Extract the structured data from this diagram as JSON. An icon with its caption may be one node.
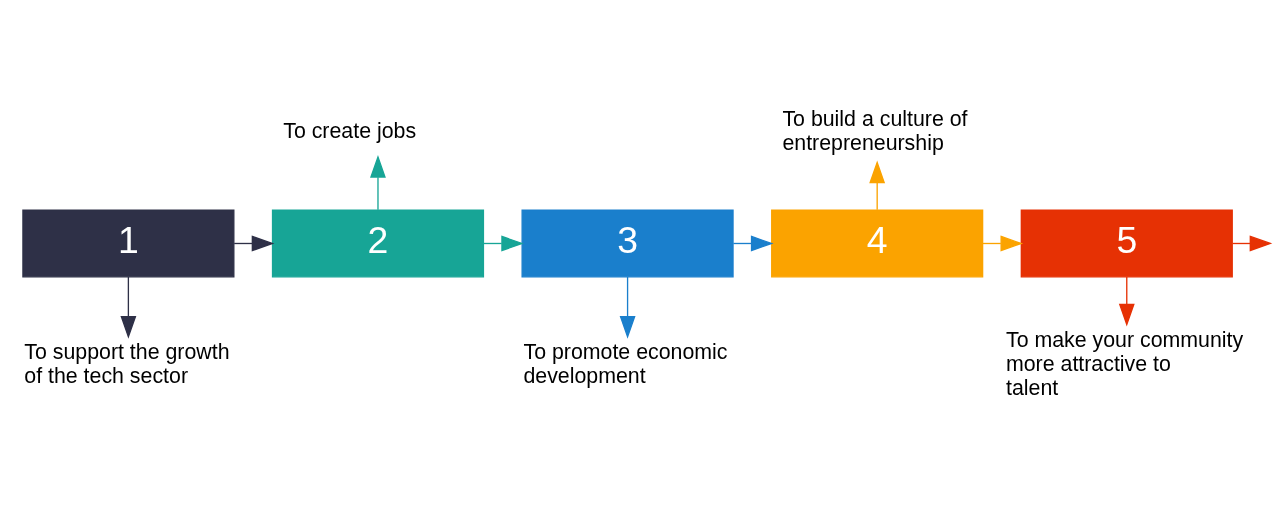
{
  "diagram": {
    "nodes": [
      {
        "text": [
          "1"
        ]
      },
      {
        "text": [
          "2"
        ]
      },
      {
        "text": [
          "3"
        ]
      },
      {
        "text": [
          "4"
        ]
      },
      {
        "text": [
          "5"
        ]
      },
      {
        "text": [
          "To support the growth of the tech sector"
        ]
      },
      {
        "text": [
          "To create jobs"
        ]
      },
      {
        "text": [
          "To promote economic development"
        ]
      },
      {
        "text": [
          "To build a culture of entrepreneurship"
        ]
      },
      {
        "text": [
          "To make your community more attractive to talent"
        ]
      }
    ],
    "edges": [
      {
        "from": 0,
        "to": 1,
        "arrow": "to",
        "color": "#2e3047"
      },
      {
        "from": 1,
        "to": 2,
        "arrow": "to",
        "color": "#17a596"
      },
      {
        "from": 2,
        "to": 3,
        "arrow": "to",
        "color": "#1a7fcc"
      },
      {
        "from": 3,
        "to": 4,
        "arrow": "to",
        "color": "#fba300"
      },
      {
        "from": 4,
        "to": null,
        "arrow": "to",
        "color": "#e63104"
      },
      {
        "from": 0,
        "to": 5,
        "arrow": "to",
        "color": "#2e3047"
      },
      {
        "from": 1,
        "to": 6,
        "arrow": "to",
        "color": "#17a596"
      },
      {
        "from": 2,
        "to": 7,
        "arrow": "to",
        "color": "#1a7fcc"
      },
      {
        "from": 3,
        "to": 8,
        "arrow": "to",
        "color": "#fba300"
      },
      {
        "from": 4,
        "to": 9,
        "arrow": "to",
        "color": "#e63104"
      }
    ]
  }
}
